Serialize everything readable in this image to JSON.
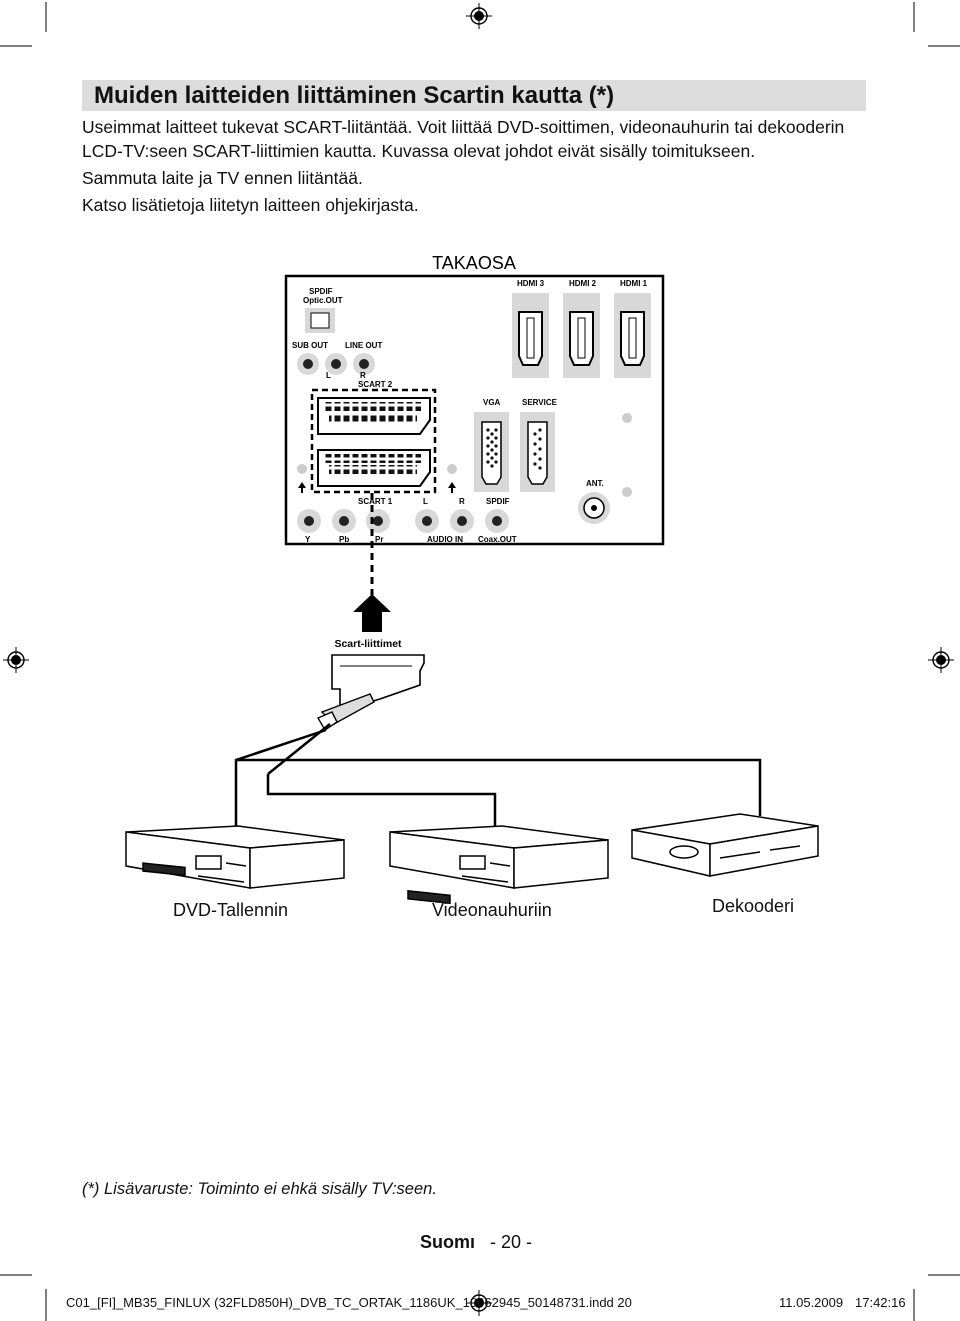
{
  "heading": "Muiden laitteiden liittäminen Scartin kautta (*)",
  "paragraphs": [
    "Useimmat laitteet tukevat SCART-liitäntää. Voit liittää DVD-soittimen, videonauhurin tai dekooderin",
    "LCD-TV:seen SCART-liittimien kautta. Kuvassa olevat johdot eivät sisälly toimitukseen.",
    "Sammuta laite ja TV ennen liitäntää.",
    "Katso lisätietoja liitetyn laitteen ohjekirjasta."
  ],
  "diagram": {
    "panel_title": "TAKAOSA",
    "ports": {
      "spdif_optic": [
        "SPDIF",
        "Optic.OUT"
      ],
      "hdmi3": "HDMI 3",
      "hdmi2": "HDMI 2",
      "hdmi1": "HDMI 1",
      "sub_out": "SUB OUT",
      "line_out": "LINE OUT",
      "l": "L",
      "r": "R",
      "scart2": "SCART 2",
      "vga": "VGA",
      "service": "SERVICE",
      "scart1": "SCART 1",
      "l2": "L",
      "r2": "R",
      "spdif": "SPDIF",
      "ant": "ANT.",
      "y": "Y",
      "pb": "Pb",
      "pr": "Pr",
      "audio_in": "AUDIO IN",
      "coax_out": "Coax.OUT"
    },
    "cable_label": "Scart-liittimet",
    "devices": [
      "DVD-Tallennin",
      "Videonauhuriin",
      "Dekooderi"
    ]
  },
  "footnote": "(*) Lisävaruste: Toiminto ei ehkä sisälly TV:seen.",
  "footer": {
    "language": "Suomı",
    "page": "- 20 -"
  },
  "imprint": {
    "file": "C01_[FI]_MB35_FINLUX (32FLD850H)_DVB_TC_ORTAK_1186UK_10062945_50148731.indd   20",
    "date": "11.05.2009",
    "time": "17:42:16"
  }
}
